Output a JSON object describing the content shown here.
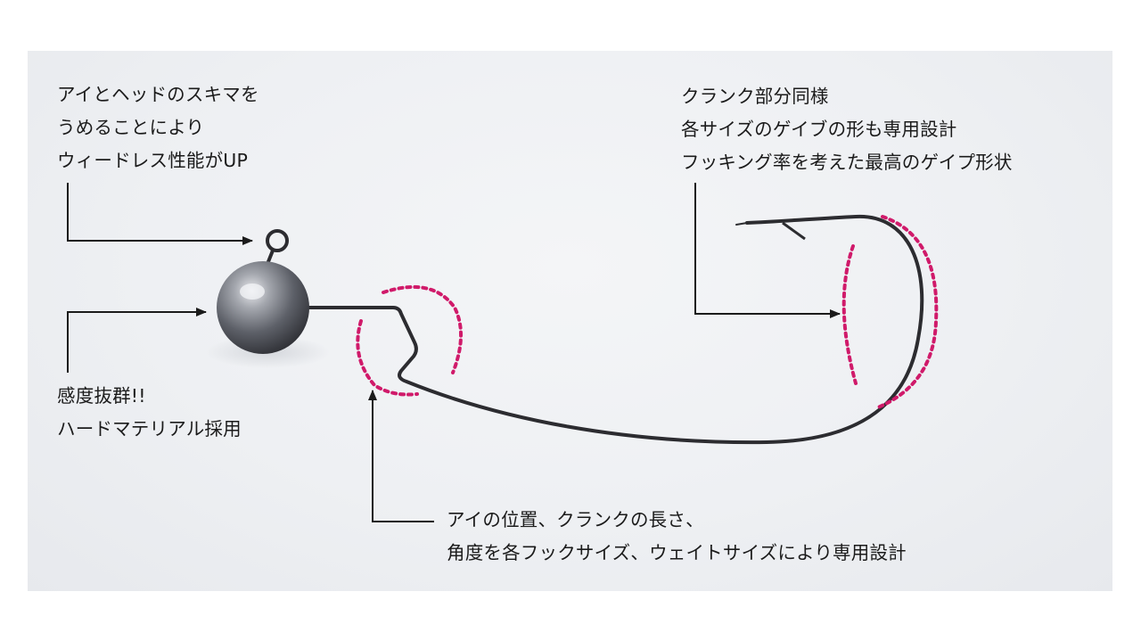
{
  "callouts": {
    "weedless": [
      "アイとヘッドのスキマを",
      "うめることにより",
      "ウィードレス性能がUP"
    ],
    "material": [
      "感度抜群!!",
      "ハードマテリアル採用"
    ],
    "crank": [
      "アイの位置、クランクの長さ、",
      "角度を各フックサイズ、ウェイトサイズにより専用設計"
    ],
    "gape": [
      "クランク部分同様",
      "各サイズのゲイブの形も専用設計",
      "フッキング率を考えた最高のゲイプ形状"
    ]
  },
  "colors": {
    "text": "#1b1b1b",
    "arrow": "#1b1b1b",
    "highlight": "#d01a6a",
    "hook": "#2c2c30",
    "background": "#eef0f3"
  }
}
